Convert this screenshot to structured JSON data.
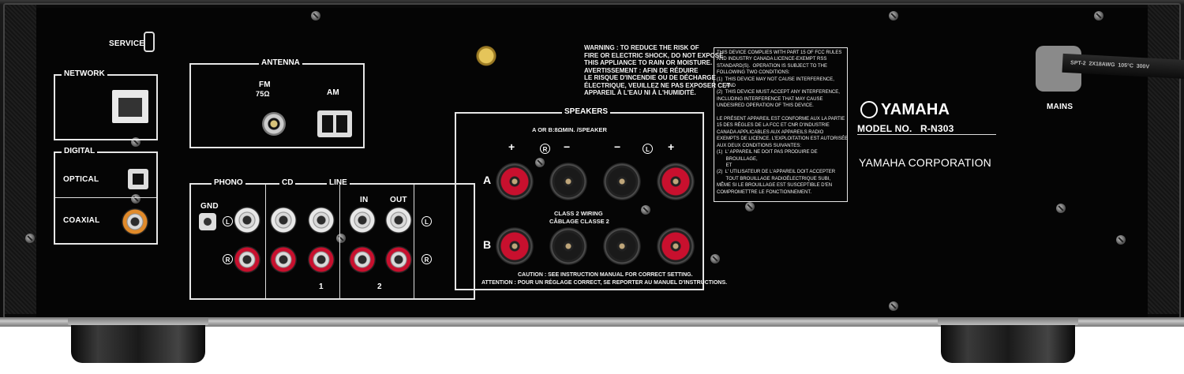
{
  "ports": {
    "service": "SERVICE",
    "network": "NETWORK",
    "digital": "DIGITAL",
    "optical": "OPTICAL",
    "coaxial": "COAXIAL",
    "antenna": "ANTENNA",
    "fm": "FM",
    "fm_ohm": "75Ω",
    "am": "AM",
    "phono": "PHONO",
    "cd": "CD",
    "line": "LINE",
    "in": "IN",
    "out": "OUT",
    "gnd": "GND",
    "num1": "1",
    "num2": "2",
    "l": "L",
    "r": "R"
  },
  "warning": {
    "line1": "WARNING : TO REDUCE THE RISK OF",
    "line2": "FIRE OR ELECTRIC SHOCK, DO NOT EXPOSE",
    "line3": "THIS APPLIANCE TO RAIN OR MOISTURE.",
    "line4": "AVERTISSEMENT : AFIN DE RÉDUIRE",
    "line5": "LE RISQUE D'INCENDIE OU DE DÉCHARGE",
    "line6": "ÉLECTRIQUE, VEUILLEZ NE PAS EXPOSER CET",
    "line7": "APPAREIL À L'EAU NI À L'HUMIDITÉ."
  },
  "speakers": {
    "title": "SPEAKERS",
    "spec": "A OR B:8ΩMIN. /SPEAKER",
    "a": "A",
    "b": "B",
    "plus": "+",
    "minus": "−",
    "wiring1": "CLASS 2 WIRING",
    "wiring2": "CÂBLAGE CLASSE 2",
    "caution": "CAUTION : SEE INSTRUCTION MANUAL FOR CORRECT SETTING.",
    "attention": "ATTENTION : POUR UN RÉGLAGE CORRECT, SE REPORTER AU MANUEL D'INSTRUCTIONS."
  },
  "fcc": "THIS DEVICE COMPLIES WITH PART 15 OF FCC RULES\nAND INDUSTRY CANADA LICENCE-EXEMPT RSS\nSTANDARD(S).  OPERATION IS SUBJECT TO THE\nFOLLOWING TWO CONDITIONS:\n(1)  THIS DEVICE MAY NOT CAUSE INTERFERENCE,\n       AND\n(2)  THIS DEVICE MUST ACCEPT ANY INTERFERENCE,\nINCLUDING INTERFERENCE THAT MAY CAUSE\nUNDESIRED OPERATION OF THIS DEVICE.\n\nLE PRÉSENT APPAREIL EST CONFORME AUX LA PARTIE\n15 DES RÈGLES DE LA FCC ET CNR D'INDUSTRIE\nCANADA APPLICABLES AUX APPAREILS RADIO\nEXEMPTS DE LICENCE. L'EXPLOITATION EST AUTORISÉE\nAUX DEUX CONDITIONS SUIVANTES:\n(1)  L' APPAREIL NE DOIT PAS PRODUIRE DE\n       BROUILLAGE,\n       ET\n(2)  L' UTILISATEUR DE L'APPAREIL DOIT ACCEPTER\n       TOUT BROUILLAGE RADIOÉLECTRIQUE SUBI,\nMÊME SI LE BROUILLAGE EST SUSCEPTIBLE D'EN\nCOMPROMETTRE LE FONCTIONNEMENT.",
  "brand": {
    "logo": "YAMAHA",
    "model_label": "MODEL NO.",
    "model": "R-N303",
    "corporation": "YAMAHA CORPORATION"
  },
  "mains": {
    "label": "MAINS",
    "cord_text": "SPT-2  2X18AWG  105°C  300V"
  },
  "colors": {
    "red": "#c8102e",
    "white": "#e8e8e8",
    "black": "#111111"
  }
}
